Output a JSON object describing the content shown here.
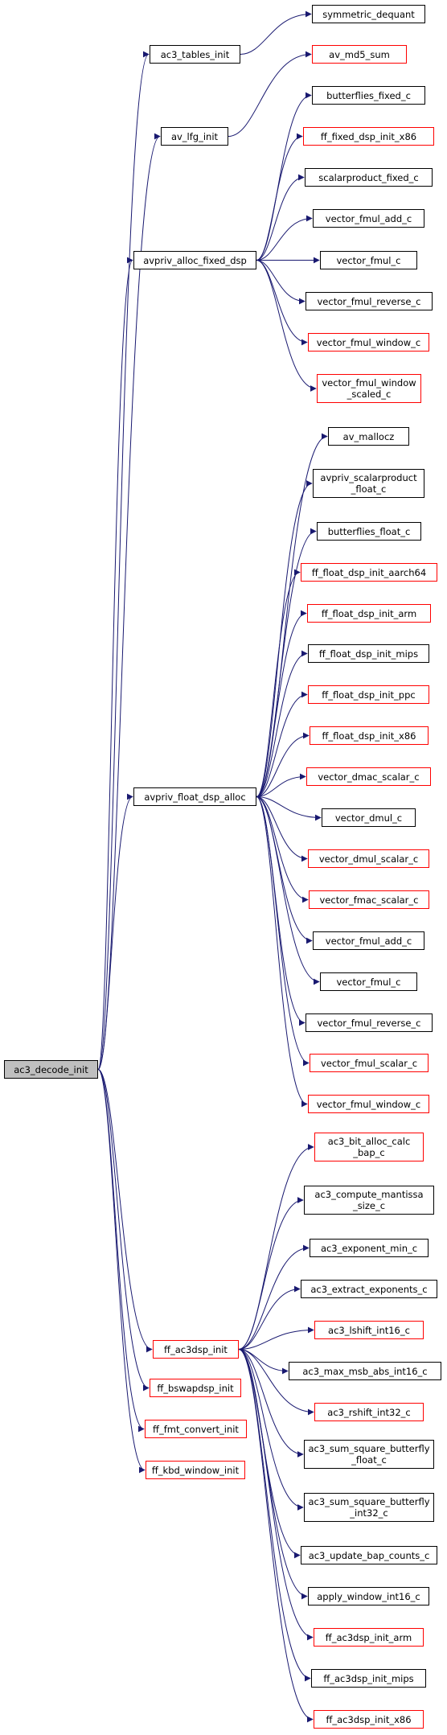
{
  "colors": {
    "edge": "#191970",
    "border": "#000000",
    "undocumented_border": "#ff0000",
    "root_fill": "#bfbfbf"
  },
  "nodes": [
    {
      "id": "root",
      "lines": [
        "ac3_decode_init"
      ],
      "style": "root"
    },
    {
      "id": "tables_init",
      "lines": [
        "ac3_tables_init"
      ],
      "style": "black"
    },
    {
      "id": "sym_deq",
      "lines": [
        "symmetric_dequant"
      ],
      "style": "black"
    },
    {
      "id": "md5",
      "lines": [
        "av_md5_sum"
      ],
      "style": "red"
    },
    {
      "id": "lfg_init",
      "lines": [
        "av_lfg_init"
      ],
      "style": "black"
    },
    {
      "id": "bf_fixed",
      "lines": [
        "butterflies_fixed_c"
      ],
      "style": "black"
    },
    {
      "id": "ffdsp_x86",
      "lines": [
        "ff_fixed_dsp_init_x86"
      ],
      "style": "red"
    },
    {
      "id": "sp_fixed",
      "lines": [
        "scalarproduct_fixed_c"
      ],
      "style": "black"
    },
    {
      "id": "fixed_dsp",
      "lines": [
        "avpriv_alloc_fixed_dsp"
      ],
      "style": "black"
    },
    {
      "id": "fx_vfma",
      "lines": [
        "vector_fmul_add_c"
      ],
      "style": "black"
    },
    {
      "id": "fx_vf",
      "lines": [
        "vector_fmul_c"
      ],
      "style": "black"
    },
    {
      "id": "fx_vfrev",
      "lines": [
        "vector_fmul_reverse_c"
      ],
      "style": "black"
    },
    {
      "id": "fx_vfwin",
      "lines": [
        "vector_fmul_window_c"
      ],
      "style": "red"
    },
    {
      "id": "fx_vfwins",
      "lines": [
        "vector_fmul_window",
        "_scaled_c"
      ],
      "style": "red"
    },
    {
      "id": "mallocz",
      "lines": [
        "av_mallocz"
      ],
      "style": "black"
    },
    {
      "id": "sp_float",
      "lines": [
        "avpriv_scalarproduct",
        "_float_c"
      ],
      "style": "black"
    },
    {
      "id": "bf_float",
      "lines": [
        "butterflies_float_c"
      ],
      "style": "black"
    },
    {
      "id": "fl_a64",
      "lines": [
        "ff_float_dsp_init_aarch64"
      ],
      "style": "red"
    },
    {
      "id": "fl_arm",
      "lines": [
        "ff_float_dsp_init_arm"
      ],
      "style": "red"
    },
    {
      "id": "fl_mips",
      "lines": [
        "ff_float_dsp_init_mips"
      ],
      "style": "black"
    },
    {
      "id": "fl_ppc",
      "lines": [
        "ff_float_dsp_init_ppc"
      ],
      "style": "red"
    },
    {
      "id": "fl_x86",
      "lines": [
        "ff_float_dsp_init_x86"
      ],
      "style": "red"
    },
    {
      "id": "float_dsp",
      "lines": [
        "avpriv_float_dsp_alloc"
      ],
      "style": "black"
    },
    {
      "id": "vdmacs",
      "lines": [
        "vector_dmac_scalar_c"
      ],
      "style": "red"
    },
    {
      "id": "vdmul",
      "lines": [
        "vector_dmul_c"
      ],
      "style": "black"
    },
    {
      "id": "vdmuls",
      "lines": [
        "vector_dmul_scalar_c"
      ],
      "style": "red"
    },
    {
      "id": "vfmacs",
      "lines": [
        "vector_fmac_scalar_c"
      ],
      "style": "red"
    },
    {
      "id": "fl_vfma",
      "lines": [
        "vector_fmul_add_c"
      ],
      "style": "black"
    },
    {
      "id": "fl_vf",
      "lines": [
        "vector_fmul_c"
      ],
      "style": "black"
    },
    {
      "id": "fl_vfrev",
      "lines": [
        "vector_fmul_reverse_c"
      ],
      "style": "black"
    },
    {
      "id": "fl_vfs",
      "lines": [
        "vector_fmul_scalar_c"
      ],
      "style": "red"
    },
    {
      "id": "fl_vfwin",
      "lines": [
        "vector_fmul_window_c"
      ],
      "style": "red"
    },
    {
      "id": "bit_alloc",
      "lines": [
        "ac3_bit_alloc_calc",
        "_bap_c"
      ],
      "style": "red"
    },
    {
      "id": "comp_mant",
      "lines": [
        "ac3_compute_mantissa",
        "_size_c"
      ],
      "style": "black"
    },
    {
      "id": "exp_min",
      "lines": [
        "ac3_exponent_min_c"
      ],
      "style": "black"
    },
    {
      "id": "ext_exp",
      "lines": [
        "ac3_extract_exponents_c"
      ],
      "style": "black"
    },
    {
      "id": "lshift",
      "lines": [
        "ac3_lshift_int16_c"
      ],
      "style": "red"
    },
    {
      "id": "ac3dsp",
      "lines": [
        "ff_ac3dsp_init"
      ],
      "style": "red"
    },
    {
      "id": "max_msb",
      "lines": [
        "ac3_max_msb_abs_int16_c"
      ],
      "style": "black"
    },
    {
      "id": "rshift",
      "lines": [
        "ac3_rshift_int32_c"
      ],
      "style": "red"
    },
    {
      "id": "ssb_float",
      "lines": [
        "ac3_sum_square_butterfly",
        "_float_c"
      ],
      "style": "black"
    },
    {
      "id": "ssb_int",
      "lines": [
        "ac3_sum_square_butterfly",
        "_int32_c"
      ],
      "style": "black"
    },
    {
      "id": "upd_bap",
      "lines": [
        "ac3_update_bap_counts_c"
      ],
      "style": "black"
    },
    {
      "id": "apply_win",
      "lines": [
        "apply_window_int16_c"
      ],
      "style": "black"
    },
    {
      "id": "ac3_arm",
      "lines": [
        "ff_ac3dsp_init_arm"
      ],
      "style": "red"
    },
    {
      "id": "ac3_mips",
      "lines": [
        "ff_ac3dsp_init_mips"
      ],
      "style": "black"
    },
    {
      "id": "ac3_x86",
      "lines": [
        "ff_ac3dsp_init_x86"
      ],
      "style": "red"
    },
    {
      "id": "bswap",
      "lines": [
        "ff_bswapdsp_init"
      ],
      "style": "red"
    },
    {
      "id": "fmtconv",
      "lines": [
        "ff_fmt_convert_init"
      ],
      "style": "red"
    },
    {
      "id": "kbd",
      "lines": [
        "ff_kbd_window_init"
      ],
      "style": "red"
    }
  ],
  "edges": [
    [
      "root",
      "tables_init"
    ],
    [
      "tables_init",
      "sym_deq"
    ],
    [
      "root",
      "lfg_init"
    ],
    [
      "lfg_init",
      "md5"
    ],
    [
      "root",
      "fixed_dsp"
    ],
    [
      "fixed_dsp",
      "bf_fixed"
    ],
    [
      "fixed_dsp",
      "ffdsp_x86"
    ],
    [
      "fixed_dsp",
      "sp_fixed"
    ],
    [
      "fixed_dsp",
      "fx_vfma"
    ],
    [
      "fixed_dsp",
      "fx_vf"
    ],
    [
      "fixed_dsp",
      "fx_vfrev"
    ],
    [
      "fixed_dsp",
      "fx_vfwin"
    ],
    [
      "fixed_dsp",
      "fx_vfwins"
    ],
    [
      "root",
      "float_dsp"
    ],
    [
      "float_dsp",
      "mallocz"
    ],
    [
      "float_dsp",
      "sp_float"
    ],
    [
      "float_dsp",
      "bf_float"
    ],
    [
      "float_dsp",
      "fl_a64"
    ],
    [
      "float_dsp",
      "fl_arm"
    ],
    [
      "float_dsp",
      "fl_mips"
    ],
    [
      "float_dsp",
      "fl_ppc"
    ],
    [
      "float_dsp",
      "fl_x86"
    ],
    [
      "float_dsp",
      "vdmacs"
    ],
    [
      "float_dsp",
      "vdmul"
    ],
    [
      "float_dsp",
      "vdmuls"
    ],
    [
      "float_dsp",
      "vfmacs"
    ],
    [
      "float_dsp",
      "fl_vfma"
    ],
    [
      "float_dsp",
      "fl_vf"
    ],
    [
      "float_dsp",
      "fl_vfrev"
    ],
    [
      "float_dsp",
      "fl_vfs"
    ],
    [
      "float_dsp",
      "fl_vfwin"
    ],
    [
      "root",
      "ac3dsp"
    ],
    [
      "ac3dsp",
      "bit_alloc"
    ],
    [
      "ac3dsp",
      "comp_mant"
    ],
    [
      "ac3dsp",
      "exp_min"
    ],
    [
      "ac3dsp",
      "ext_exp"
    ],
    [
      "ac3dsp",
      "lshift"
    ],
    [
      "ac3dsp",
      "max_msb"
    ],
    [
      "ac3dsp",
      "rshift"
    ],
    [
      "ac3dsp",
      "ssb_float"
    ],
    [
      "ac3dsp",
      "ssb_int"
    ],
    [
      "ac3dsp",
      "upd_bap"
    ],
    [
      "ac3dsp",
      "apply_win"
    ],
    [
      "ac3dsp",
      "ac3_arm"
    ],
    [
      "ac3dsp",
      "ac3_mips"
    ],
    [
      "ac3dsp",
      "ac3_x86"
    ],
    [
      "root",
      "bswap"
    ],
    [
      "root",
      "fmtconv"
    ],
    [
      "root",
      "kbd"
    ]
  ]
}
